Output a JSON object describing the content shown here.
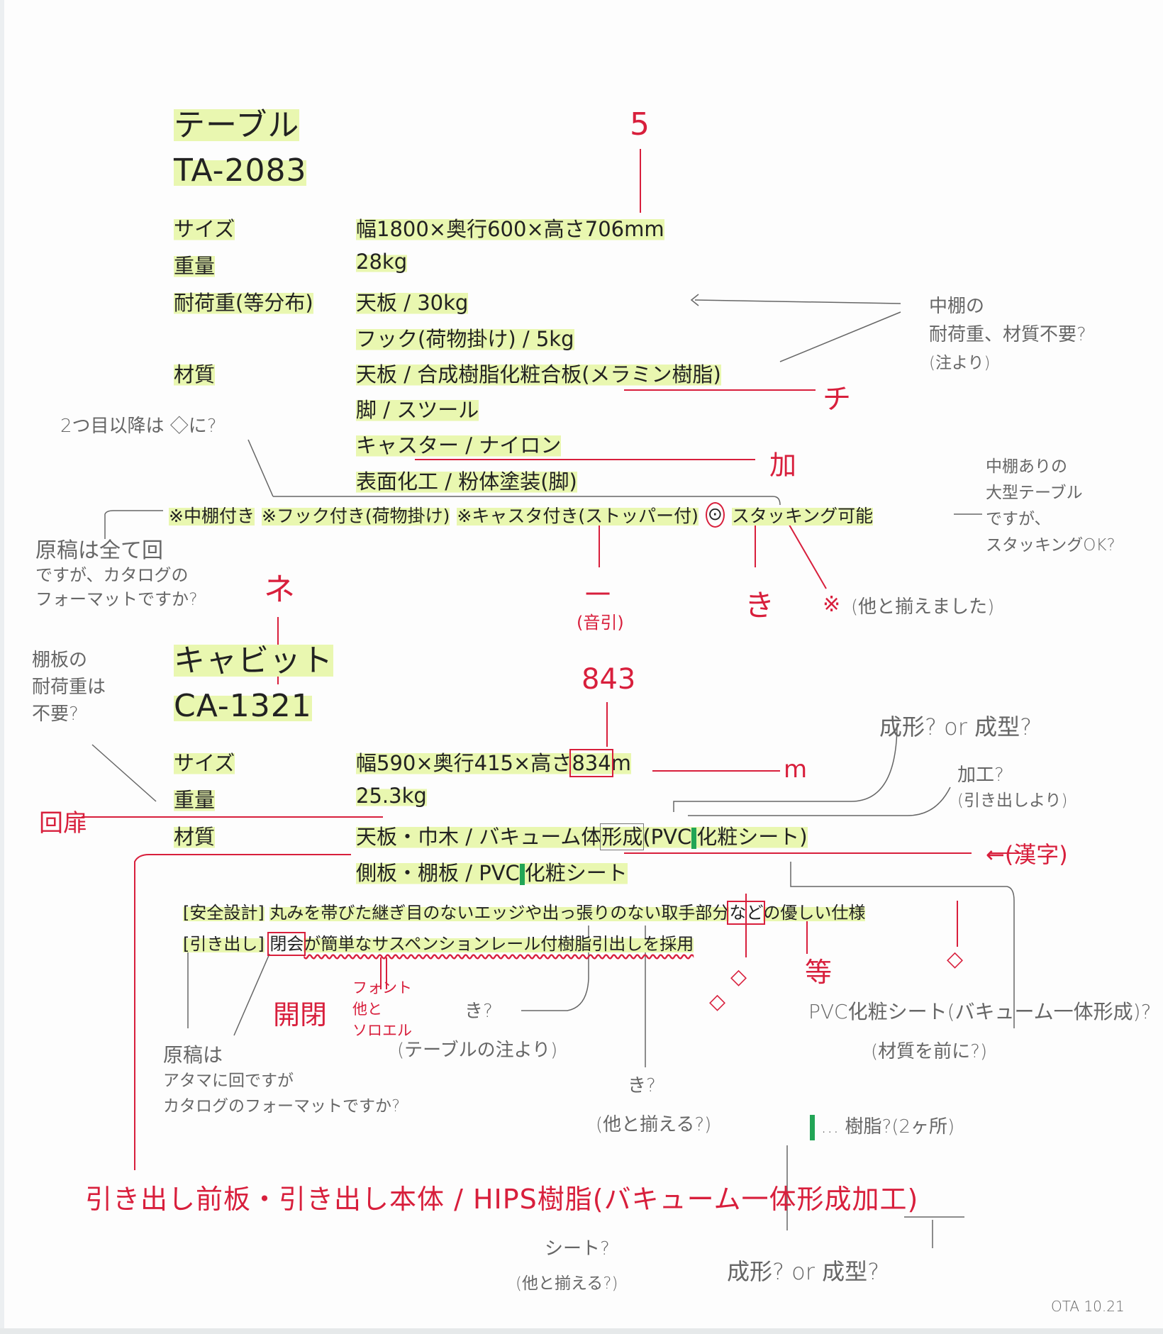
{
  "table": {
    "title": "テーブル",
    "model": "TA-2083",
    "specs": {
      "size_label": "サイズ",
      "size_value": "幅1800×奥行600×高さ706mm",
      "weight_label": "重量",
      "weight_value": "28kg",
      "load_label": "耐荷重(等分布)",
      "load_values": [
        "天板 / 30kg",
        "フック(荷物掛け) / 5kg"
      ],
      "material_label": "材質",
      "material_values": [
        "天板 / 合成樹脂化粧合板(メラミン樹脂)",
        "脚 / スツール",
        "キャスター / ナイロン",
        "表面化工 / 粉体塗装(脚)"
      ]
    },
    "features": [
      "※中棚付き",
      "※フック付き(荷物掛け)",
      "※キャスタ付き(ストッパー付)",
      "スタッキング可能"
    ]
  },
  "cabinet": {
    "title": "キャビット",
    "model": "CA-1321",
    "specs": {
      "size_label": "サイズ",
      "size_value_pre": "幅590×奥行415×高さ",
      "size_value_num": "834",
      "size_value_post": "m",
      "weight_label": "重量",
      "weight_value": "25.3kg",
      "material_label": "材質",
      "material_line1_pre": "天板・巾木 / バキューム体",
      "material_line1_boxed": "形成",
      "material_line1_paren_pre": "(PVC",
      "material_line1_post": "化粧シート)",
      "material_line2_pre": "側板・棚板 / PVC",
      "material_line2_post": "化粧シート"
    },
    "features": [
      {
        "tag": "[安全設計]",
        "text_pre": "丸みを帯びた継ぎ目のないエッジや出っ張りのない取手部分",
        "text_boxed": "など",
        "text_post": "の優しい仕様"
      },
      {
        "tag": "[引き出し]",
        "text_boxed": "閉会",
        "text_post": "が簡単なサスペンションレール付樹脂引出しを採用"
      }
    ]
  },
  "annotations": {
    "red": {
      "fix_5": "5",
      "fix_chi": "チ",
      "fix_ka": "加",
      "fix_choon": "一",
      "fix_choon_note": "(音引)",
      "fix_ki": "き",
      "fix_ne": "ネ",
      "fix_843": "843",
      "fix_m": "m",
      "fix_kaihi": "回扉",
      "fix_kanji": "←(漢字)",
      "fix_kaihei": "開閉",
      "fix_font": [
        "フォント",
        "他と",
        "ソロエル"
      ],
      "fix_hira_1": "◇",
      "fix_hira_2": "◇",
      "fix_hira_3": "◇",
      "fix_tou": "等",
      "kome_note_mark": "※",
      "insert_line": "引き出し前板・引き出し本体 / HIPS樹脂(バキューム一体形成加工)"
    },
    "pencil": {
      "middle_shelf_q": [
        "中棚の",
        "耐荷重、材質不要?",
        "(注より)"
      ],
      "second_onward_q": "2つ目以降は ◇に?",
      "original_all_q": [
        "原稿は全て回",
        "ですが、カタログの",
        "フォーマットですか?"
      ],
      "large_table_q": [
        "中棚ありの",
        "大型テーブル",
        "ですが、",
        "スタッキングOK?"
      ],
      "kome_note": "(他と揃えました)",
      "shelf_load_q": [
        "棚板の",
        "耐荷重は",
        "不要?"
      ],
      "molding_q": "成形? or 成型?",
      "processing_q": [
        "加工?",
        "(引き出しより)"
      ],
      "original_head_q": [
        "原稿は",
        "アタマに回ですが",
        "カタログのフォーマットですか?"
      ],
      "ki_q_1": [
        "き?",
        "(テーブルの注より)"
      ],
      "ki_q_2": [
        "き?",
        "(他と揃える?)"
      ],
      "pvc_q": [
        "PVC化粧シート(バキューム一体形成)?",
        "(材質を前に?)"
      ],
      "resin_legend": "… 樹脂?(2ヶ所)",
      "sheet_q": [
        "シート?",
        "(他と揃える?)"
      ],
      "molding_q_2": "成形? or 成型?",
      "signature": "OTA 10.21"
    }
  },
  "colors": {
    "highlight": "#e9f7b0",
    "red_ink": "#d81f3c",
    "pencil": "#666666",
    "green_marker": "#22a556"
  }
}
